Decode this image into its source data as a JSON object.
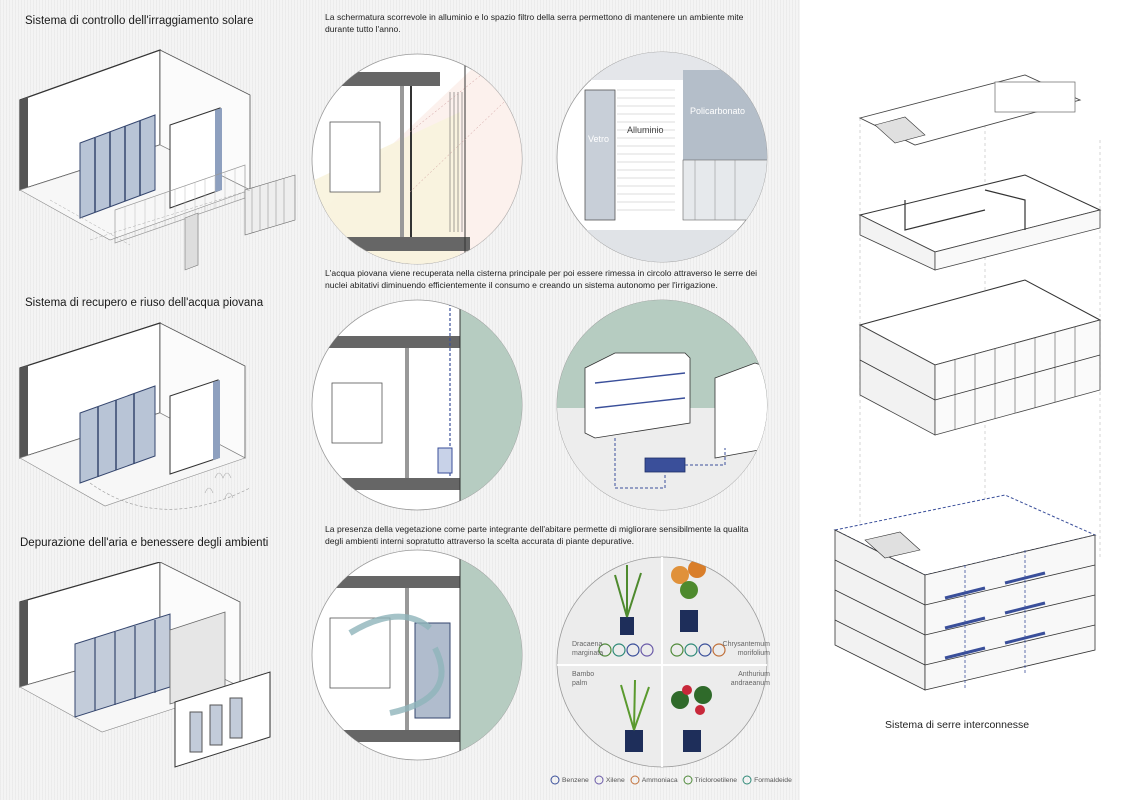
{
  "sections": [
    {
      "title": "Sistema di controllo dell'irraggiamento solare",
      "description": "La schermatura scorrevole in alluminio e lo spazio filtro della serra permettono di mantenere un ambiente mite durante tutto l'anno.",
      "material_labels": [
        "Vetro",
        "Alluminio",
        "Policarbonato"
      ]
    },
    {
      "title": "Sistema di recupero e riuso dell'acqua piovana",
      "description": "L'acqua piovana viene recuperata nella cisterna principale per poi essere rimessa in circolo attraverso le serre dei nuclei abitativi diminuendo efficientemente il consumo e creando un sistema autonomo per l'irrigazione."
    },
    {
      "title": "Depurazione dell'aria e benessere degli ambienti",
      "description": "La presenza della vegetazione come parte integrante dell'abitare permette di migliorare sensibilmente la qualita degli ambienti interni sopratutto attraverso la scelta accurata di piante depurative.",
      "plants": [
        "Dracaena marginata",
        "Chrysantemum morifolium",
        "Bambo palm",
        "Anthurium andraeanum"
      ]
    }
  ],
  "legend": [
    {
      "label": "Benzene",
      "color": "#3a4f9a"
    },
    {
      "label": "Xilene",
      "color": "#6a5aa8"
    },
    {
      "label": "Ammoniaca",
      "color": "#c0703a"
    },
    {
      "label": "Tricloroetilene",
      "color": "#4f8a3a"
    },
    {
      "label": "Formaldeide",
      "color": "#2f8a78"
    }
  ],
  "caption": "Sistema di serre interconnesse"
}
